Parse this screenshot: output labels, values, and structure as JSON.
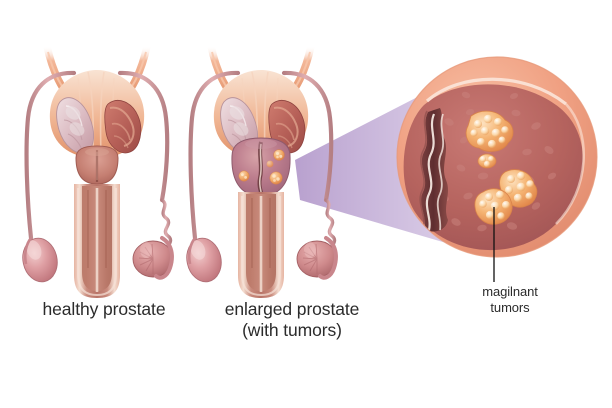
{
  "figure": {
    "title": "Prostate anatomy comparison illustration",
    "background_color": "#ffffff"
  },
  "panels": [
    {
      "id": "healthy",
      "caption": "healthy prostate",
      "description": "Male reproductive anatomy with normal-sized prostate"
    },
    {
      "id": "enlarged",
      "caption": "enlarged prostate\n(with tumors)",
      "description": "Male reproductive anatomy with enlarged prostate containing tumors"
    }
  ],
  "callout": {
    "label": "magilnant\ntumors",
    "leader_line_color": "#111111",
    "magnifier": {
      "shape": "circle",
      "cone_color": "#b9a0cf",
      "capsule_color": "#f0a183",
      "tissue_color": "#b9635f",
      "tumor_color": "#f2a15e"
    }
  },
  "colors": {
    "bladder": "#e8906b",
    "bladder_light": "#f3c4ac",
    "prostate_healthy": "#c2776b",
    "prostate_enlarged": "#b3728a",
    "seminal_vesicle_left": "#dab6bd",
    "seminal_vesicle_right": "#b8635f",
    "vas_deferens": "#cf8e92",
    "testicle": "#d99095",
    "penis_shaft": "#c98a80",
    "urethra": "#f6e2d8",
    "tumor": "#f2a15e",
    "tumor_highlight": "#fbe0bd",
    "text": "#2b2b2b",
    "cone": "#b9a0cf"
  },
  "icons": {
    "magnifier": "magnifier-circle-icon",
    "leader": "leader-line-icon"
  }
}
